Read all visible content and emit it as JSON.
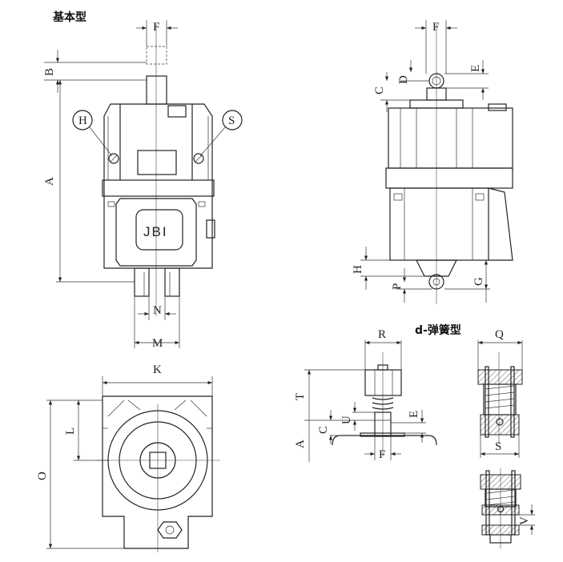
{
  "titles": {
    "basic": "基本型",
    "spring": "d-弹簧型"
  },
  "nameplate": "JBI",
  "front_view": {
    "F": "F",
    "B": "B",
    "A": "A",
    "H": "H",
    "S": "S",
    "N": "N",
    "M": "M"
  },
  "side_view": {
    "F": "F",
    "E": "E",
    "D": "D",
    "C": "C",
    "H": "H",
    "P": "P",
    "G": "G"
  },
  "bottom_view": {
    "K": "K",
    "L": "L",
    "O": "O"
  },
  "spring_view": {
    "R": "R",
    "T": "T",
    "U": "U",
    "E": "E",
    "C": "C",
    "A": "A",
    "F": "F",
    "Q": "Q",
    "S": "S",
    "V": "V"
  }
}
